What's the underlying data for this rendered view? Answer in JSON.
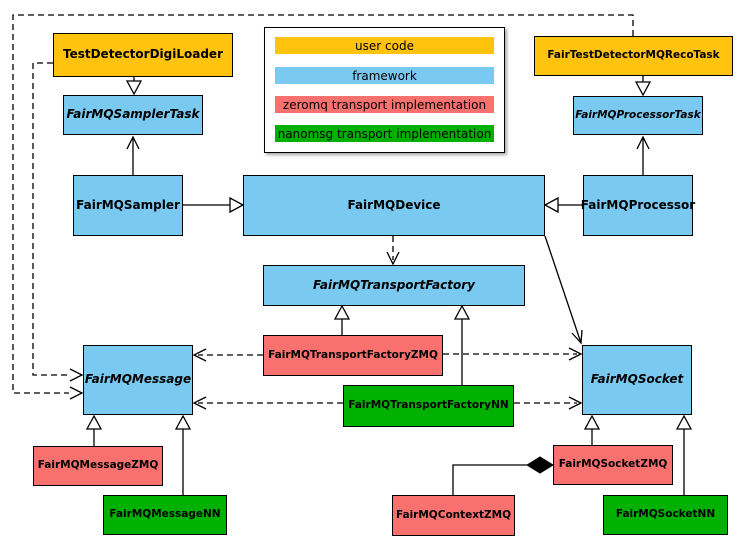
{
  "colors": {
    "user_code": "#FFC20D",
    "framework": "#79C9F1",
    "zeromq": "#F9716E",
    "nanomsg": "#01B101",
    "border": "#000000",
    "background": "#FFFFFF"
  },
  "legend": {
    "items": [
      {
        "label": "user code",
        "color": "#FFC20D"
      },
      {
        "label": "framework",
        "color": "#79C9F1"
      },
      {
        "label": "zeromq transport implementation",
        "color": "#F9716E"
      },
      {
        "label": "nanomsg transport implementation",
        "color": "#01B101"
      }
    ]
  },
  "nodes": {
    "digiloader": {
      "label": "TestDetectorDigiLoader",
      "category": "user code",
      "abstract": false
    },
    "sampler_task": {
      "label": "FairMQSamplerTask",
      "category": "framework",
      "abstract": true
    },
    "sampler": {
      "label": "FairMQSampler",
      "category": "framework",
      "abstract": false
    },
    "reco_task": {
      "label": "FairTestDetectorMQRecoTask",
      "category": "user code",
      "abstract": false
    },
    "processor_task": {
      "label": "FairMQProcessorTask",
      "category": "framework",
      "abstract": true
    },
    "processor": {
      "label": "FairMQProcessor",
      "category": "framework",
      "abstract": false
    },
    "device": {
      "label": "FairMQDevice",
      "category": "framework",
      "abstract": false
    },
    "transport_factory": {
      "label": "FairMQTransportFactory",
      "category": "framework",
      "abstract": true
    },
    "transport_factory_zmq": {
      "label": "FairMQTransportFactoryZMQ",
      "category": "zeromq",
      "abstract": false
    },
    "transport_factory_nn": {
      "label": "FairMQTransportFactoryNN",
      "category": "nanomsg",
      "abstract": false
    },
    "message": {
      "label": "FairMQMessage",
      "category": "framework",
      "abstract": true
    },
    "socket": {
      "label": "FairMQSocket",
      "category": "framework",
      "abstract": true
    },
    "message_zmq": {
      "label": "FairMQMessageZMQ",
      "category": "zeromq",
      "abstract": false
    },
    "message_nn": {
      "label": "FairMQMessageNN",
      "category": "nanomsg",
      "abstract": false
    },
    "socket_zmq": {
      "label": "FairMQSocketZMQ",
      "category": "zeromq",
      "abstract": false
    },
    "socket_nn": {
      "label": "FairMQSocketNN",
      "category": "nanomsg",
      "abstract": false
    },
    "context_zmq": {
      "label": "FairMQContextZMQ",
      "category": "zeromq",
      "abstract": false
    }
  },
  "edges": [
    {
      "from": "TestDetectorDigiLoader",
      "to": "FairMQSamplerTask",
      "type": "inheritance"
    },
    {
      "from": "FairTestDetectorMQRecoTask",
      "to": "FairMQProcessorTask",
      "type": "inheritance"
    },
    {
      "from": "FairMQSampler",
      "to": "FairMQDevice",
      "type": "inheritance"
    },
    {
      "from": "FairMQProcessor",
      "to": "FairMQDevice",
      "type": "inheritance"
    },
    {
      "from": "FairMQSampler",
      "to": "FairMQSamplerTask",
      "type": "association"
    },
    {
      "from": "FairMQProcessor",
      "to": "FairMQProcessorTask",
      "type": "association"
    },
    {
      "from": "FairMQDevice",
      "to": "FairMQTransportFactory",
      "type": "dashed-dependency"
    },
    {
      "from": "FairMQDevice",
      "to": "FairMQSocket",
      "type": "association"
    },
    {
      "from": "FairMQTransportFactoryZMQ",
      "to": "FairMQTransportFactory",
      "type": "inheritance"
    },
    {
      "from": "FairMQTransportFactoryNN",
      "to": "FairMQTransportFactory",
      "type": "inheritance"
    },
    {
      "from": "FairMQTransportFactoryZMQ",
      "to": "FairMQMessage",
      "type": "dashed-dependency"
    },
    {
      "from": "FairMQTransportFactoryZMQ",
      "to": "FairMQSocket",
      "type": "dashed-dependency"
    },
    {
      "from": "FairMQTransportFactoryNN",
      "to": "FairMQMessage",
      "type": "dashed-dependency"
    },
    {
      "from": "FairMQTransportFactoryNN",
      "to": "FairMQSocket",
      "type": "dashed-dependency"
    },
    {
      "from": "TestDetectorDigiLoader",
      "to": "FairMQMessage",
      "type": "dashed-dependency"
    },
    {
      "from": "FairTestDetectorMQRecoTask",
      "to": "FairMQMessage",
      "type": "dashed-dependency"
    },
    {
      "from": "FairMQMessageZMQ",
      "to": "FairMQMessage",
      "type": "inheritance"
    },
    {
      "from": "FairMQMessageNN",
      "to": "FairMQMessage",
      "type": "inheritance"
    },
    {
      "from": "FairMQSocketZMQ",
      "to": "FairMQSocket",
      "type": "inheritance"
    },
    {
      "from": "FairMQSocketNN",
      "to": "FairMQSocket",
      "type": "inheritance"
    },
    {
      "from": "FairMQSocketZMQ",
      "to": "FairMQContextZMQ",
      "type": "composition"
    }
  ]
}
